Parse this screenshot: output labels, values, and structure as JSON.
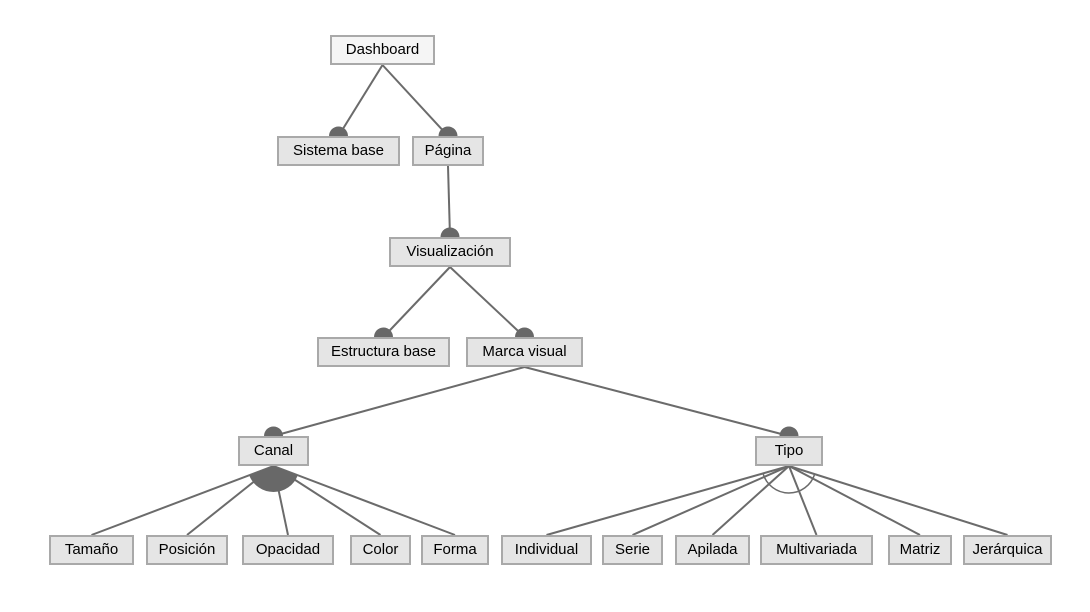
{
  "diagram": {
    "type": "feature-tree",
    "background": "#ffffff",
    "nodes": {
      "dashboard": {
        "label": "Dashboard"
      },
      "sistema_base": {
        "label": "Sistema base"
      },
      "pagina": {
        "label": "Página"
      },
      "visualizacion": {
        "label": "Visualización"
      },
      "estructura_base": {
        "label": "Estructura base"
      },
      "marca_visual": {
        "label": "Marca visual"
      },
      "canal": {
        "label": "Canal"
      },
      "tipo": {
        "label": "Tipo"
      },
      "tamano": {
        "label": "Tamaño"
      },
      "posicion": {
        "label": "Posición"
      },
      "opacidad": {
        "label": "Opacidad"
      },
      "color": {
        "label": "Color"
      },
      "forma": {
        "label": "Forma"
      },
      "individual": {
        "label": "Individual"
      },
      "serie": {
        "label": "Serie"
      },
      "apilada": {
        "label": "Apilada"
      },
      "multivariada": {
        "label": "Multivariada"
      },
      "matriz": {
        "label": "Matriz"
      },
      "jerarquica": {
        "label": "Jerárquica"
      }
    },
    "hierarchy": {
      "Dashboard": [
        "Sistema base",
        "Página"
      ],
      "Página": [
        "Visualización"
      ],
      "Visualización": [
        "Estructura base",
        "Marca visual"
      ],
      "Marca visual": [
        "Canal",
        "Tipo"
      ],
      "Canal": [
        "Tamaño",
        "Posición",
        "Opacidad",
        "Color",
        "Forma"
      ],
      "Tipo": [
        "Individual",
        "Serie",
        "Apilada",
        "Multivariada",
        "Matriz",
        "Jerárquica"
      ]
    },
    "notation": {
      "mandatory_child_marker": "filled-dot",
      "canal_group_marker": "filled-arc",
      "tipo_group_marker": "open-arc"
    },
    "colors": {
      "node_fill": "#e5e5e5",
      "root_fill": "#f5f5f5",
      "node_border": "#a9a9a9",
      "edge": "#6b6b6b",
      "dot": "#686868",
      "text": "#000000"
    }
  }
}
